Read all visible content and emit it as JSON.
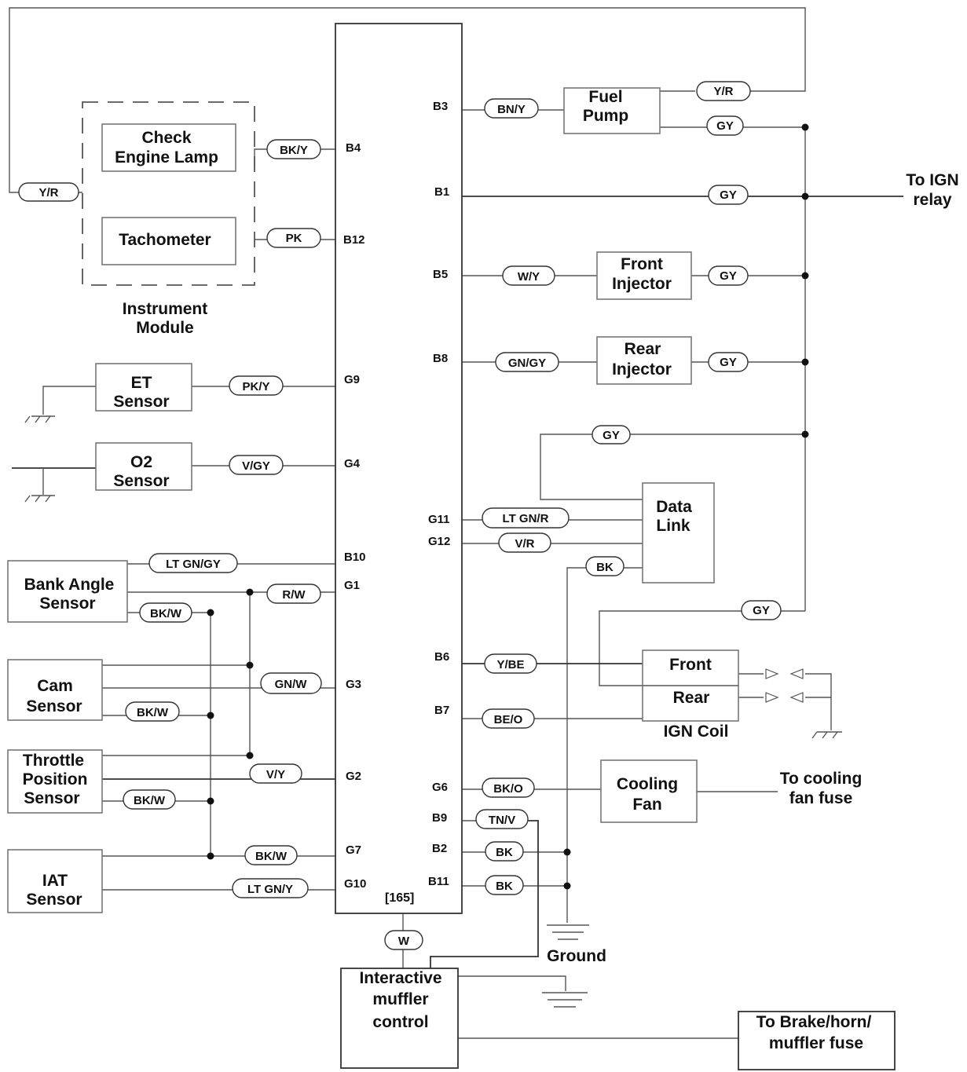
{
  "ecm": {
    "ref": "[165]",
    "pins_left": {
      "B4": "B4",
      "B12": "B12",
      "G9": "G9",
      "G4": "G4",
      "B10": "B10",
      "G1": "G1",
      "G3": "G3",
      "G2": "G2",
      "G7": "G7",
      "G10": "G10"
    },
    "pins_right": {
      "B3": "B3",
      "B1": "B1",
      "B5": "B5",
      "B8": "B8",
      "G11": "G11",
      "G12": "G12",
      "B6": "B6",
      "B7": "B7",
      "G6": "G6",
      "B9": "B9",
      "B2": "B2",
      "B11": "B11"
    }
  },
  "components": {
    "check_engine_lamp": [
      "Check",
      "Engine Lamp"
    ],
    "tachometer": "Tachometer",
    "instrument_module": [
      "Instrument",
      "Module"
    ],
    "et_sensor": [
      "ET",
      "Sensor"
    ],
    "o2_sensor": [
      "O2",
      "Sensor"
    ],
    "bank_angle_sensor": [
      "Bank Angle",
      "Sensor"
    ],
    "cam_sensor": [
      "Cam",
      "Sensor"
    ],
    "throttle_position_sensor": [
      "Throttle",
      "Position",
      "Sensor"
    ],
    "iat_sensor": [
      "IAT",
      "Sensor"
    ],
    "fuel_pump": [
      "Fuel",
      "Pump"
    ],
    "front_injector": [
      "Front",
      "Injector"
    ],
    "rear_injector": [
      "Rear",
      "Injector"
    ],
    "data_link": [
      "Data",
      "Link"
    ],
    "ign_coil_front": "Front",
    "ign_coil_rear": "Rear",
    "ign_coil": "IGN Coil",
    "cooling_fan": [
      "Cooling",
      "Fan"
    ],
    "interactive_muffler_control": [
      "Interactive",
      "muffler",
      "control"
    ],
    "brake_horn_fuse": [
      "To Brake/horn/",
      "muffler fuse"
    ]
  },
  "labels": {
    "to_ign_relay": [
      "To IGN",
      "relay"
    ],
    "to_cooling_fan_fuse": [
      "To cooling",
      "fan fuse"
    ],
    "ground": "Ground"
  },
  "wires": {
    "yr_left": "Y/R",
    "bky": "BK/Y",
    "pk": "PK",
    "pky": "PK/Y",
    "vgy": "V/GY",
    "ltgngy": "LT GN/GY",
    "rw": "R/W",
    "bkw_bank": "BK/W",
    "gnw": "GN/W",
    "bkw_cam": "BK/W",
    "vy": "V/Y",
    "bkw_tps": "BK/W",
    "bkw_iat": "BK/W",
    "ltgny": "LT GN/Y",
    "w": "W",
    "bny": "BN/Y",
    "yr_top": "Y/R",
    "gy_fuel": "GY",
    "gy_b1": "GY",
    "wy": "W/Y",
    "gy_front_inj": "GY",
    "gngy": "GN/GY",
    "gy_rear_inj": "GY",
    "gy_dl": "GY",
    "ltgnr": "LT GN/R",
    "vr": "V/R",
    "bk_dl": "BK",
    "gy_coil": "GY",
    "ybe": "Y/BE",
    "beo": "BE/O",
    "bko": "BK/O",
    "tnv": "TN/V",
    "bk_b2": "BK",
    "bk_b11": "BK"
  }
}
